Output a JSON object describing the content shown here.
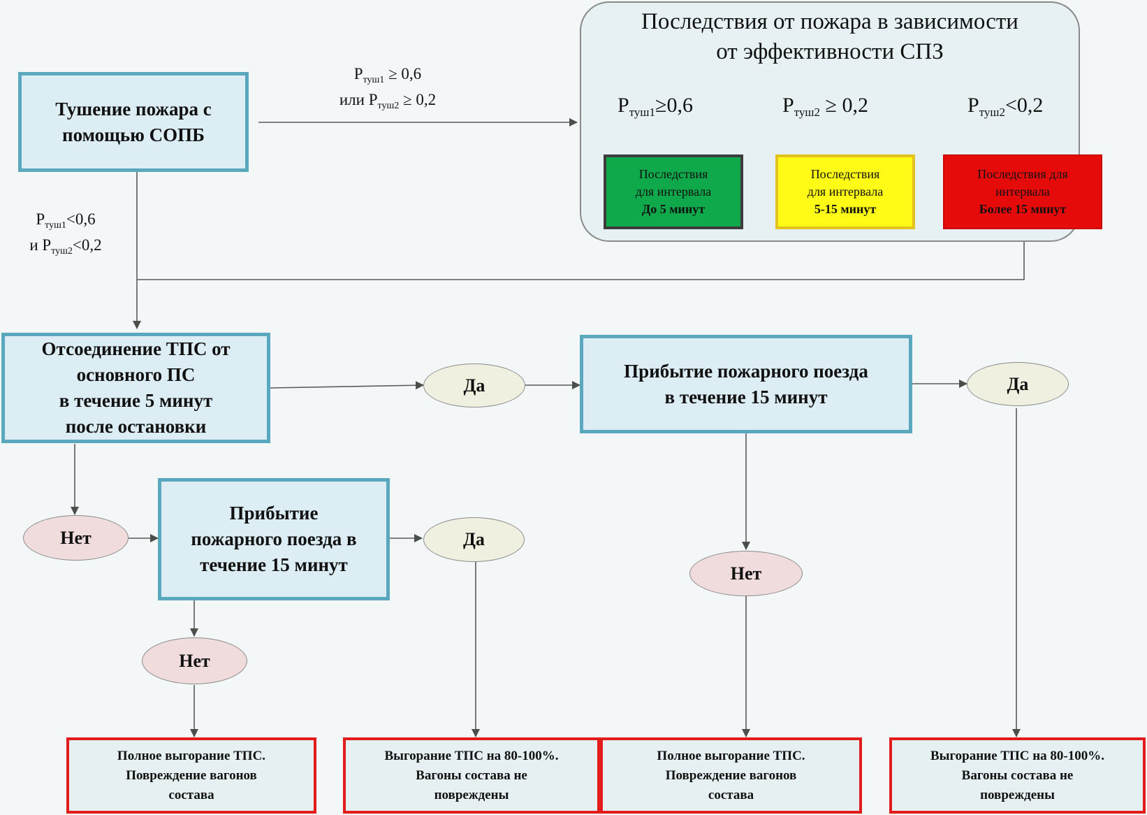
{
  "nodes": {
    "extinguish": "Тушение пожара с помощью СОПБ",
    "disconnect_lines": [
      "Отсоединение ТПС от",
      "основного ПС",
      "в течение 5 минут",
      "после остановки"
    ],
    "arrival_left_lines": [
      "Прибытие",
      "пожарного поезда в",
      "течение 15 минут"
    ],
    "arrival_right_lines": [
      "Прибытие пожарного поезда",
      "в течение 15 минут"
    ]
  },
  "edge_labels": {
    "success": {
      "line1_p": "P",
      "line1_sub": "туш1",
      "line1_rest": " ≥ 0,6",
      "line2_pre": "или P",
      "line2_sub": "туш2",
      "line2_rest": " ≥ 0,2"
    },
    "failure": {
      "line1_p": "P",
      "line1_sub": "туш1",
      "line1_rest": "<0,6",
      "line2_pre": "и P",
      "line2_sub": "туш2",
      "line2_rest": "<0,2"
    }
  },
  "panel": {
    "title_lines": [
      "Последствия от пожара в зависимости",
      "от эффективности СПЗ"
    ],
    "conditions": [
      {
        "p": "P",
        "sub": "туш1",
        "rest": "≥0,6"
      },
      {
        "p": "P",
        "sub": "туш2",
        "rest": " ≥ 0,2"
      },
      {
        "p": "P",
        "sub": "туш2",
        "rest": "<0,2"
      }
    ],
    "intervals": [
      {
        "line1": "Последствия",
        "line2": "для интервала",
        "line3": "До 5 минут",
        "color": "#0fa84a"
      },
      {
        "line1": "Последствия",
        "line2": "для интервала",
        "line3": "5-15 минут",
        "color": "#fffb16"
      },
      {
        "line1": "Последствия для",
        "line2": "интервала",
        "line3": "Более 15 минут",
        "color": "#e60b0b"
      }
    ]
  },
  "decisions": {
    "yes": "Да",
    "no": "Нет"
  },
  "outcomes": [
    {
      "lines": [
        "Полное выгорание ТПС.",
        "Повреждение  вагонов",
        "состава"
      ]
    },
    {
      "lines": [
        "Выгорание ТПС на 80-100%.",
        "Вагоны состава не",
        "повреждены"
      ]
    },
    {
      "lines": [
        "Полное выгорание ТПС.",
        "Повреждение  вагонов",
        "состава"
      ]
    },
    {
      "lines": [
        "Выгорание ТПС на 80-100%.",
        "Вагоны состава не",
        "повреждены"
      ]
    }
  ],
  "colors": {
    "box_border": "#5aa8be",
    "box_fill": "#dcedf3",
    "outcome_border": "#e21b1b",
    "line": "#555555"
  }
}
